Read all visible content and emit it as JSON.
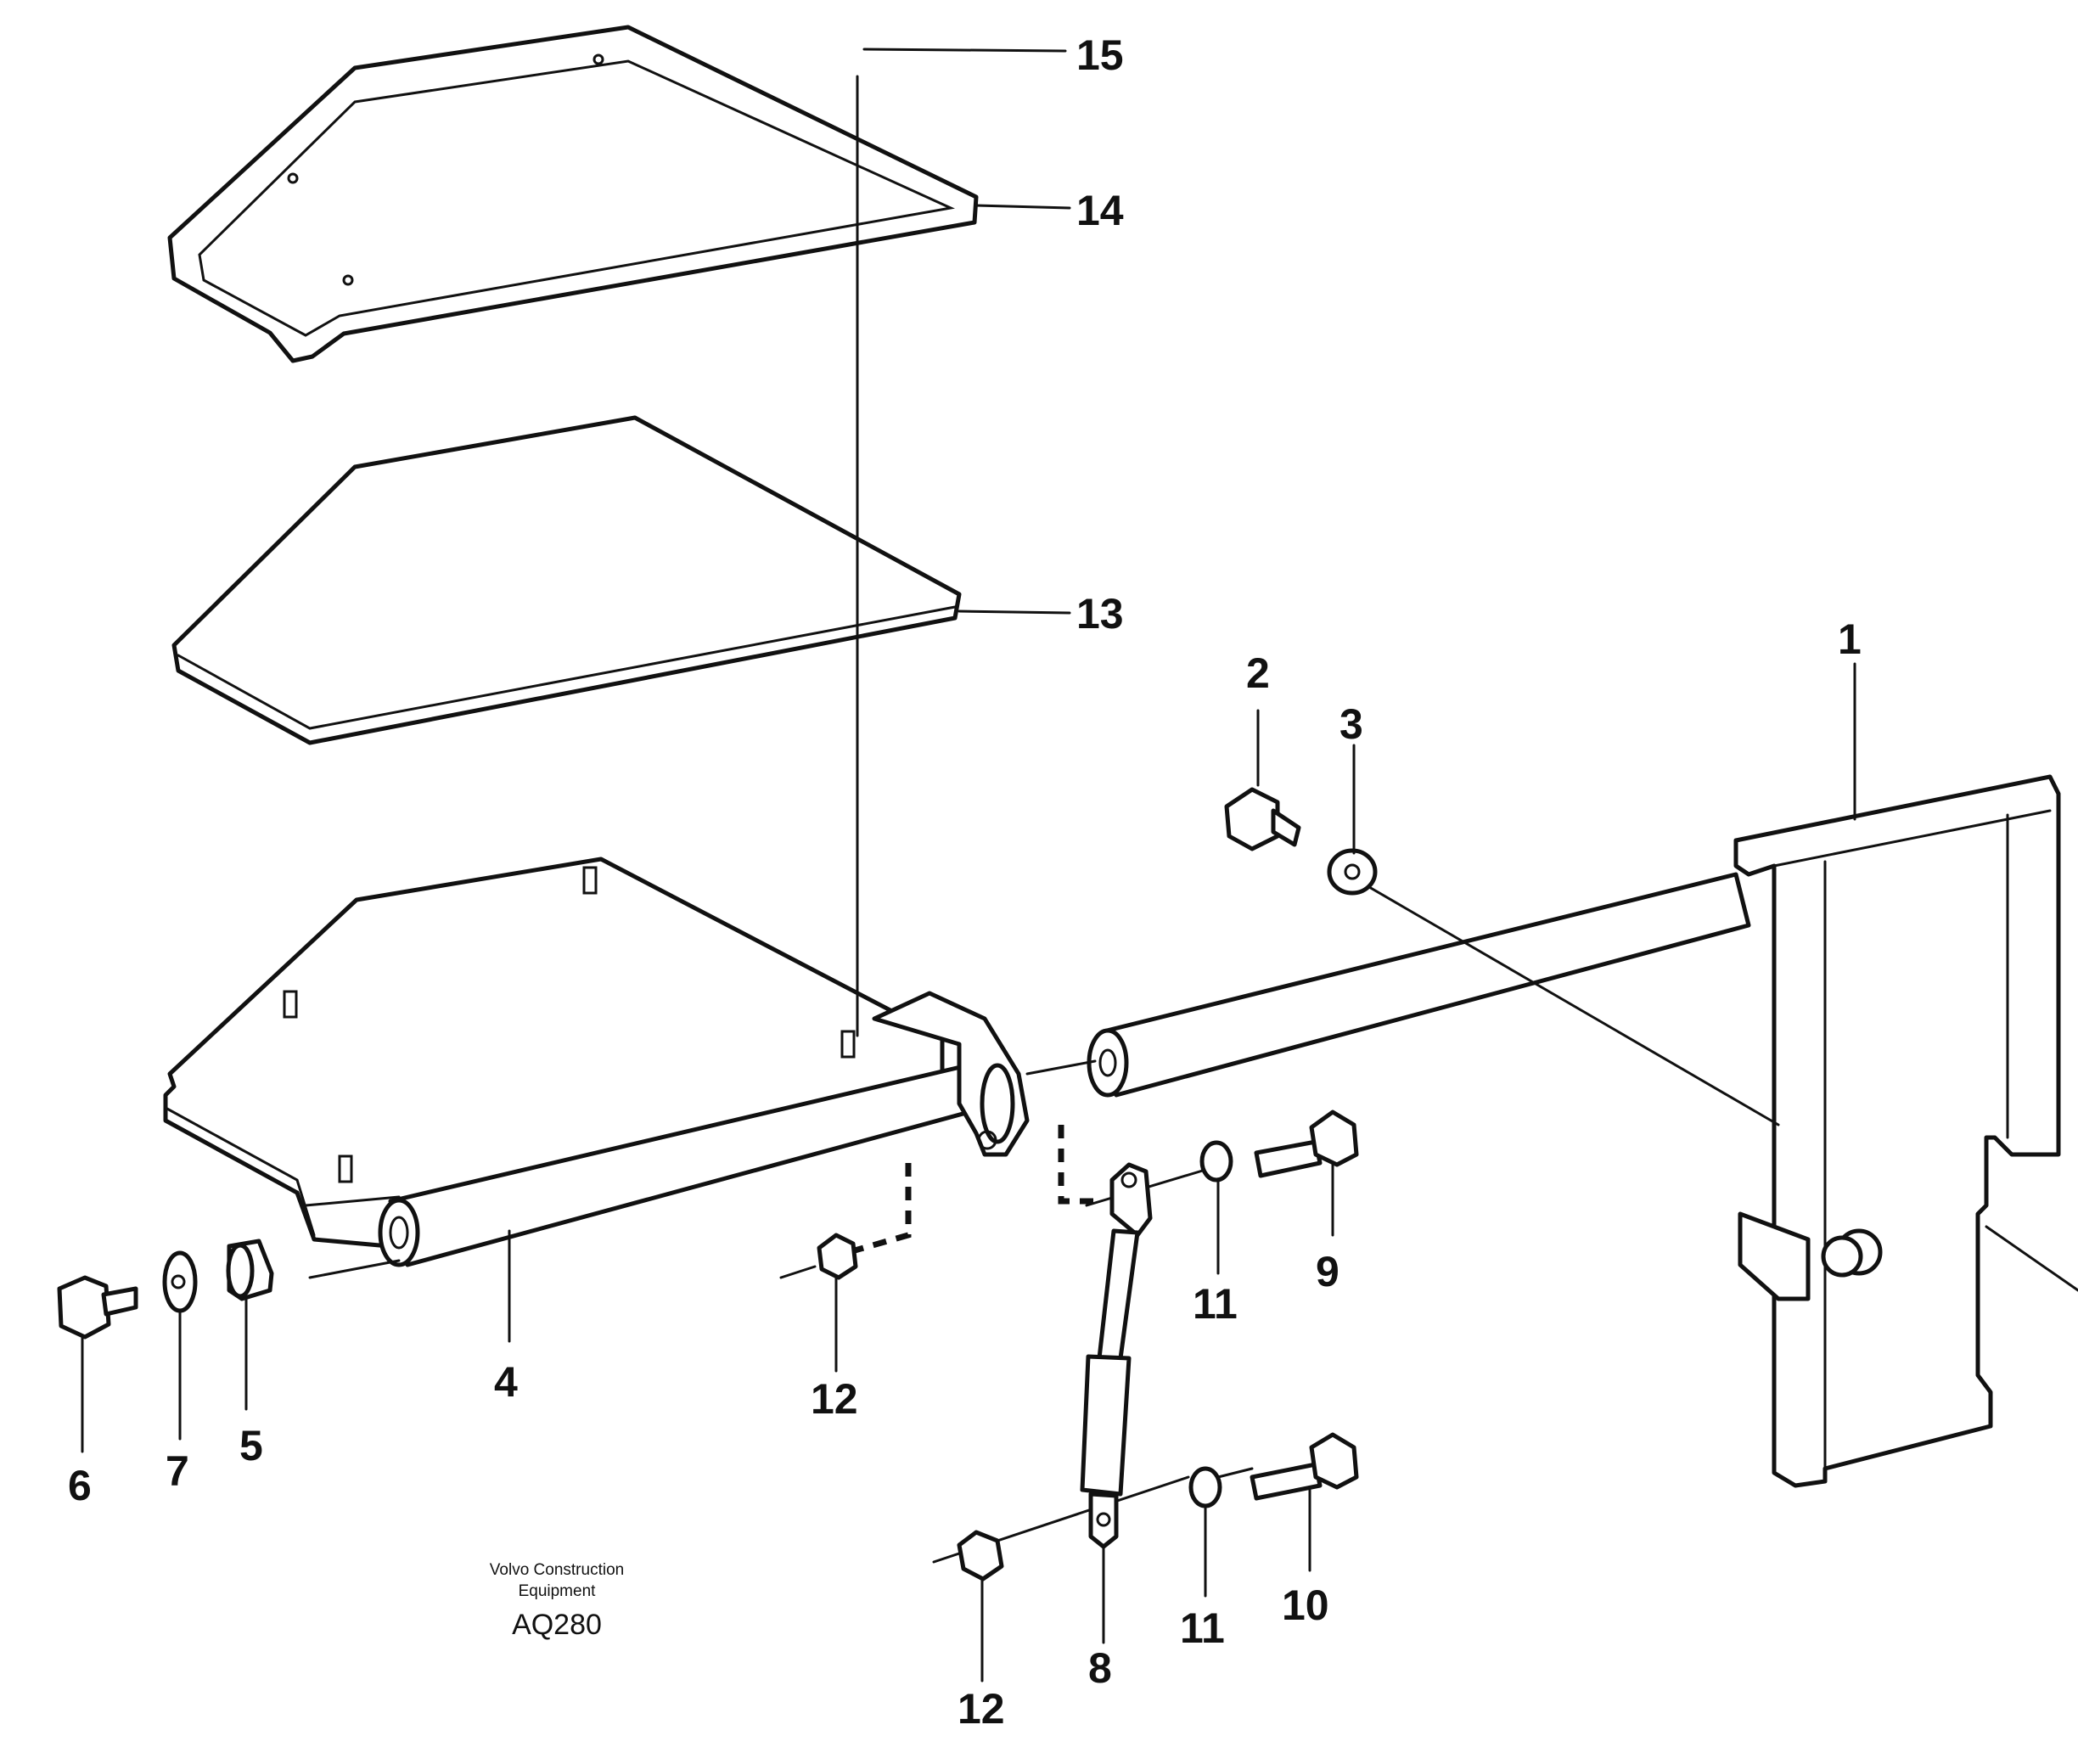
{
  "diagram": {
    "callouts": [
      "1",
      "2",
      "3",
      "4",
      "5",
      "6",
      "7",
      "8",
      "9",
      "10",
      "11",
      "11",
      "12",
      "12",
      "13",
      "14",
      "15"
    ],
    "caption_line1": "Volvo Construction",
    "caption_line2": "Equipment",
    "drawing_code": "AQ280"
  }
}
